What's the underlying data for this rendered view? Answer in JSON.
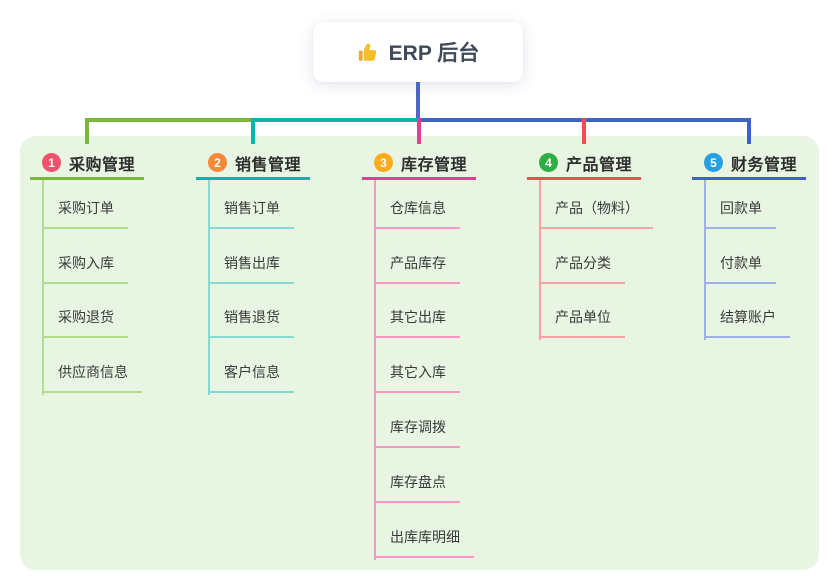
{
  "root": {
    "label": "ERP 后台",
    "icon": "thumbs-up-icon"
  },
  "connector": {
    "root_color": "#5065c8"
  },
  "panel": {
    "background": "#e8f5e3"
  },
  "branches": [
    {
      "num": "1",
      "title": "采购管理",
      "badge_color": "#f2516d",
      "line_color": "#7ab83c",
      "light_color": "#b5dc8c",
      "children": [
        "采购订单",
        "采购入库",
        "采购退货",
        "供应商信息"
      ]
    },
    {
      "num": "2",
      "title": "销售管理",
      "badge_color": "#f8883a",
      "line_color": "#12b2ac",
      "light_color": "#86d8d2",
      "children": [
        "销售订单",
        "销售出库",
        "销售退货",
        "客户信息"
      ]
    },
    {
      "num": "3",
      "title": "库存管理",
      "badge_color": "#fbac18",
      "line_color": "#ea3a92",
      "light_color": "#f598c6",
      "children": [
        "仓库信息",
        "产品库存",
        "其它出库",
        "其它入库",
        "库存调拨",
        "库存盘点",
        "出库库明细"
      ]
    },
    {
      "num": "4",
      "title": "产品管理",
      "badge_color": "#2fae44",
      "line_color": "#f54a50",
      "light_color": "#f8a3a3",
      "children": [
        "产品（物料）",
        "产品分类",
        "产品单位"
      ]
    },
    {
      "num": "5",
      "title": "财务管理",
      "badge_color": "#269fe0",
      "line_color": "#3f63c5",
      "light_color": "#9fb1e6",
      "children": [
        "回款单",
        "付款单",
        "结算账户"
      ]
    }
  ]
}
